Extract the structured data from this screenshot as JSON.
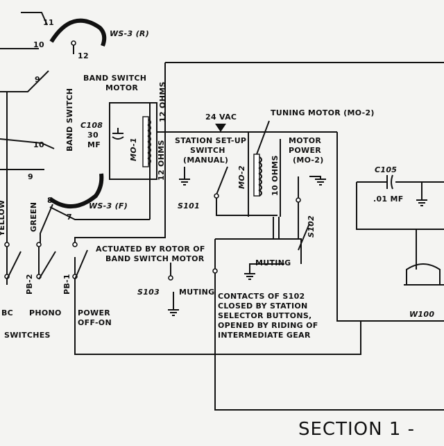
{
  "labels": {
    "ws3_r": "WS-3 (R)",
    "ws3_f": "WS-3 (F)",
    "band_switch": "BAND SWITCH",
    "band_switch_motor": [
      "BAND SWITCH",
      "MOTOR"
    ],
    "c108": [
      "C108",
      "30",
      "MF"
    ],
    "mo1": "MO-1",
    "ohms_12_top": "12 OHMS",
    "ohms_12_bottom": "12 OHMS",
    "vac": "24 VAC",
    "tuning_motor": "TUNING MOTOR (MO-2)",
    "station_setup": [
      "STATION SET-UP",
      "SWITCH",
      "(MANUAL)"
    ],
    "motor_power": [
      "MOTOR",
      "POWER",
      "(MO-2)"
    ],
    "mo2": "MO-2",
    "ohms_10": "10 OHMS",
    "s101": "S101",
    "s102": "S102",
    "s103": "S103",
    "muting_1": "MUTING",
    "muting_2": "MUTING",
    "actuated": [
      "ACTUATED BY ROTOR OF",
      "BAND SWITCH MOTOR"
    ],
    "contacts": [
      "CONTACTS OF S102",
      "CLOSED BY STATION",
      "SELECTOR BUTTONS,",
      "OPENED BY RIDING OF",
      "INTERMEDIATE GEAR"
    ],
    "c105": [
      "C105",
      ".01 MF"
    ],
    "w100": "W100",
    "yellow": "YELLOW",
    "green": "GREEN",
    "pb2": "PB-2",
    "pb1": "PB-1",
    "phono": "PHONO",
    "bc": "BC",
    "power": [
      "POWER",
      "OFF-ON"
    ],
    "switches": "SWITCHES",
    "section": "SECTION 1 -",
    "terminals": [
      "11",
      "10",
      "12",
      "9",
      "10",
      "9",
      "8",
      "7"
    ]
  }
}
